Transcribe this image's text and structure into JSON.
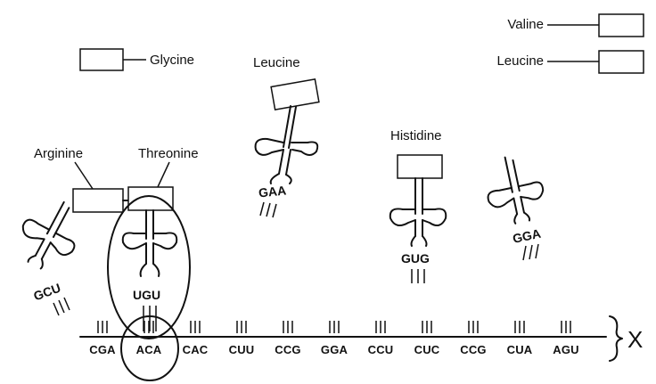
{
  "amino_acids": {
    "glycine": "Glycine",
    "leucine_trna": "Leucine",
    "histidine": "Histidine",
    "arginine": "Arginine",
    "threonine": "Threonine",
    "valine_legend": "Valine",
    "leucine_legend": "Leucine"
  },
  "anticodons": {
    "trna_gcu": "GCU",
    "trna_ugu": "UGU",
    "trna_gaa": "GAA",
    "trna_gug": "GUG",
    "trna_gga": "GGA"
  },
  "mrna": {
    "codons": [
      "CGA",
      "ACA",
      "CAC",
      "CUU",
      "CCG",
      "GGA",
      "CCU",
      "CUC",
      "CCG",
      "CUA",
      "AGU"
    ],
    "bracket_label": "X"
  }
}
